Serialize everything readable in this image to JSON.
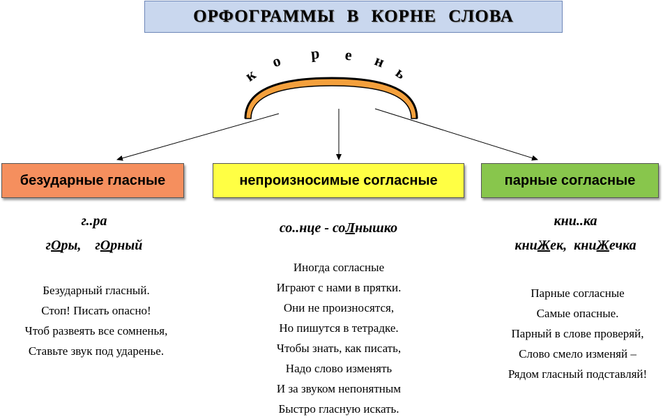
{
  "title": "ОРФОГРАММЫ   В   КОРНЕ   СЛОВА",
  "root_word": [
    "к",
    "о",
    "р",
    "е",
    "н",
    "ь"
  ],
  "columns": [
    {
      "label": "безударные гласные",
      "color": "#f58f5e",
      "example_line1": "г..ра",
      "example_line2": [
        {
          "text": "г"
        },
        {
          "text": "О",
          "u": true
        },
        {
          "text": "ры,    г"
        },
        {
          "text": "О",
          "u": true
        },
        {
          "text": "рный"
        }
      ],
      "poem": [
        "Безударный гласный.",
        "Стоп! Писать опасно!",
        "Чтоб развеять все сомненья,",
        "Ставьте звук под ударенье."
      ]
    },
    {
      "label": "непроизносимые согласные",
      "color": "#ffff44",
      "example_line1": [
        {
          "text": "со..нце - со"
        },
        {
          "text": "Л",
          "u": true
        },
        {
          "text": "нышко"
        }
      ],
      "poem": [
        "Иногда согласные",
        "Играют с нами в прятки.",
        "Они не произносятся,",
        "Но пишутся в тетрадке.",
        "Чтобы знать, как писать,",
        "Надо слово изменять",
        "И за звуком непонятным",
        "Быстро гласную искать."
      ]
    },
    {
      "label": "парные согласные",
      "color": "#88c64c",
      "example_line1": "кни..ка",
      "example_line2": [
        {
          "text": "кни"
        },
        {
          "text": "Ж",
          "u": true
        },
        {
          "text": "ек,  кни"
        },
        {
          "text": "Ж",
          "u": true
        },
        {
          "text": "ечка"
        }
      ],
      "poem": [
        "Парные согласные",
        "Самые опасные.",
        "Парный в слове проверяй,",
        "Слово смело изменяй –",
        "Рядом гласный подставляй!"
      ]
    }
  ]
}
